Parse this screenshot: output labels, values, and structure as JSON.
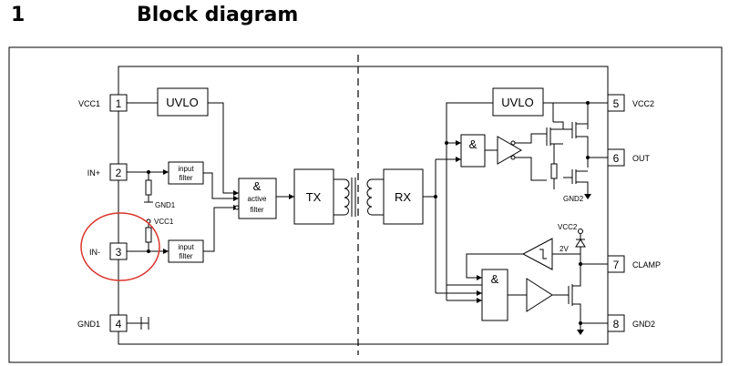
{
  "header": {
    "section_number": "1",
    "title": "Block diagram"
  },
  "input_side": {
    "pins": [
      {
        "number": "1",
        "name": "VCC1"
      },
      {
        "number": "2",
        "name": "IN+"
      },
      {
        "number": "3",
        "name": "IN-"
      },
      {
        "number": "4",
        "name": "GND1"
      }
    ],
    "uvlo_label": "UVLO",
    "input_filter_label_1": "input",
    "input_filter_label_2": "filter",
    "and_symbol": "&",
    "active_filter_1": "active",
    "active_filter_2": "filter",
    "tx_label": "TX",
    "pull_down_ref": "GND1",
    "pull_up_ref": "VCC1"
  },
  "output_side": {
    "pins": [
      {
        "number": "5",
        "name": "VCC2"
      },
      {
        "number": "6",
        "name": "OUT"
      },
      {
        "number": "7",
        "name": "CLAMP"
      },
      {
        "number": "8",
        "name": "GND2"
      }
    ],
    "uvlo_label": "UVLO",
    "rx_label": "RX",
    "and_symbol": "&",
    "ground_ref": "GND2",
    "clamp_supply": "VCC2",
    "threshold": "2V"
  },
  "highlight_color": "#d9342b"
}
